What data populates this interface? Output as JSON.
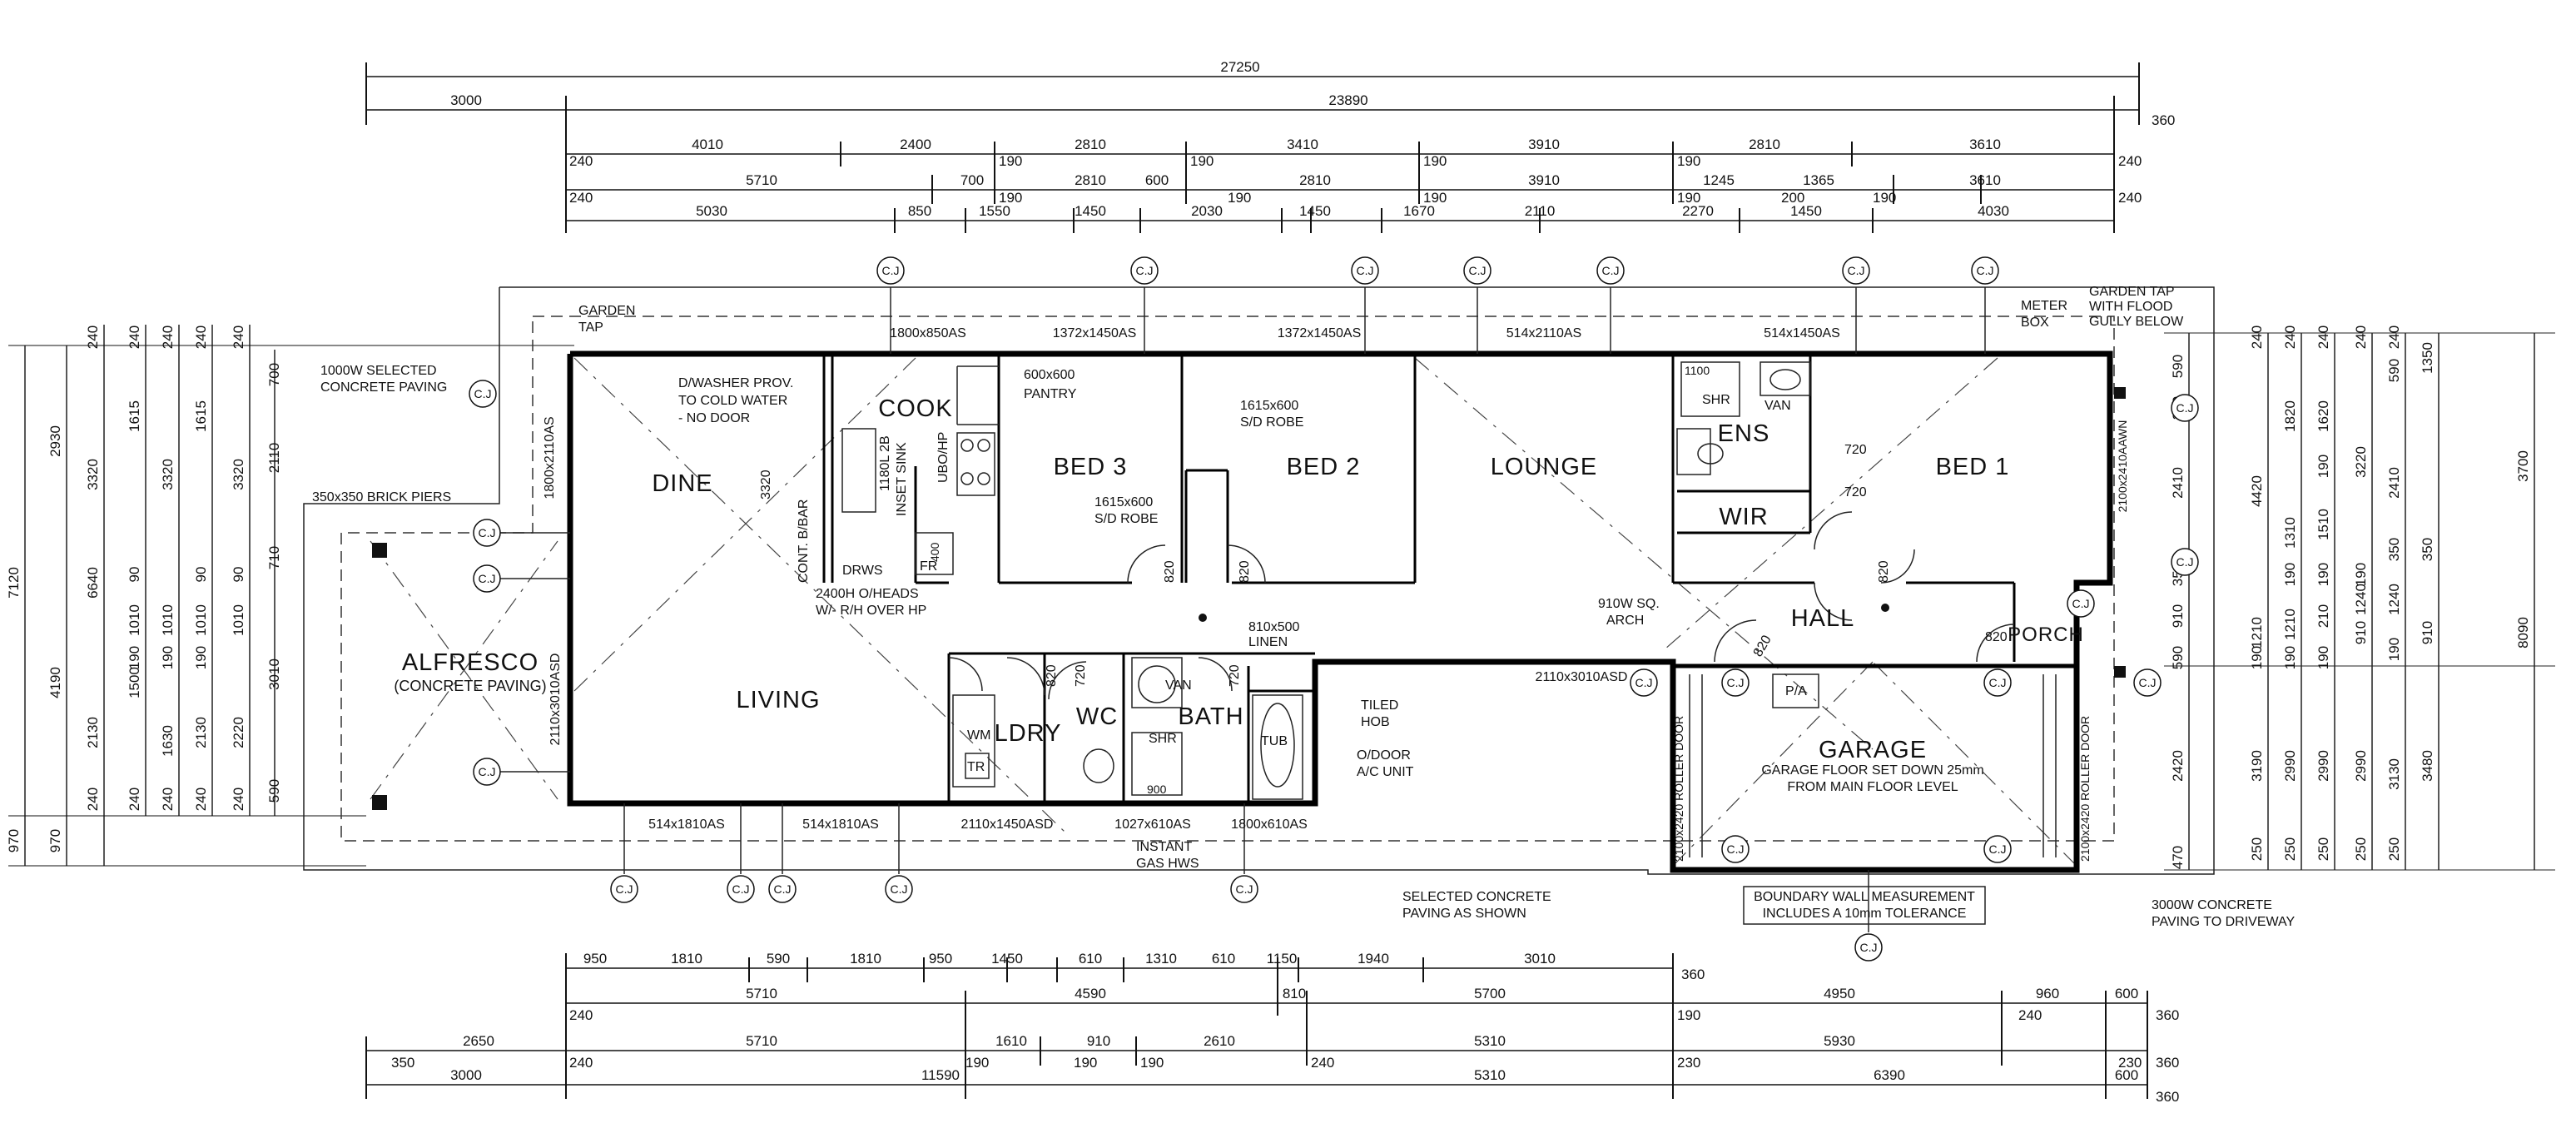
{
  "rooms": {
    "dine": "DINE",
    "cook": "COOK",
    "bed3": "BED 3",
    "bed2": "BED 2",
    "lounge": "LOUNGE",
    "ens": "ENS",
    "bed1": "BED 1",
    "wir": "WIR",
    "hall": "HALL",
    "porch": "PORCH",
    "garage": "GARAGE",
    "living": "LIVING",
    "ldry": "LDRY",
    "wc": "WC",
    "bath": "BATH",
    "alfresco": "ALFRESCO",
    "alfresco_sub": "(CONCRETE PAVING)"
  },
  "labels": {
    "pantry_size": "600x600",
    "pantry": "PANTRY",
    "dwasher1": "D/WASHER PROV.",
    "dwasher2": "TO COLD WATER",
    "dwasher3": "- NO DOOR",
    "sink1": "1180L 2B",
    "sink2": "INSET SINK",
    "ubo": "UBO/HP",
    "drws": "DRWS",
    "fr": "FR",
    "cont_bar": "CONT. B/BAR",
    "oheads1": "2400H O/HEADS",
    "oheads2": "W/- R/H OVER HP",
    "robe3_size": "1615x600",
    "robe3": "S/D ROBE",
    "robe2_size": "1615x600",
    "robe2": "S/D ROBE",
    "linen1": "810x500",
    "linen2": "LINEN",
    "tiled1": "TILED",
    "tiled2": "HOB",
    "ac1": "O/DOOR",
    "ac2": "A/C UNIT",
    "gas1": "INSTANT",
    "gas2": "GAS HWS",
    "arch1": "910W SQ.",
    "arch2": "ARCH",
    "pa": "P/A",
    "garage_note1": "GARAGE FLOOR SET DOWN 25mm",
    "garage_note2": "FROM MAIN FLOOR LEVEL",
    "boundary1": "BOUNDARY WALL MEASUREMENT",
    "boundary2": "INCLUDES A 10mm TOLERANCE",
    "paving_sel1": "SELECTED CONCRETE",
    "paving_sel2": "PAVING AS SHOWN",
    "driveway1": "3000W CONCRETE",
    "driveway2": "PAVING TO DRIVEWAY",
    "paving1000_1": "1000W SELECTED",
    "paving1000_2": "CONCRETE PAVING",
    "piers": "350x350 BRICK PIERS",
    "garden_tap1": "GARDEN",
    "garden_tap2": "TAP",
    "garden_tap_r1": "GARDEN TAP",
    "garden_tap_r2": "WITH FLOOD",
    "garden_tap_r3": "GULLY BELOW",
    "meter1": "METER",
    "meter2": "BOX",
    "shr": "SHR",
    "van": "VAN",
    "tub": "TUB",
    "wm": "WM",
    "tr": "TR",
    "roller": "2100x2420 ROLLER DOOR",
    "cj": "C.J",
    "door720": "720",
    "door820": "820",
    "door1100": "1100",
    "door900": "900",
    "door400": "400",
    "dim3320": "3320"
  },
  "windows": {
    "w_top1": "1800x850AS",
    "w_top2": "1372x1450AS",
    "w_top3": "1372x1450AS",
    "w_top4": "514x2110AS",
    "w_top5": "514x1450AS",
    "w_bot1": "514x1810AS",
    "w_bot2": "514x1810AS",
    "w_bot3": "2110x1450ASD",
    "w_bot4": "1027x610AS",
    "w_bot5": "1800x610AS",
    "w_mid": "2110x3010ASD",
    "w_left1": "1800x2110AS",
    "w_left2": "2110x3010ASD",
    "w_right": "2100x2410AAWN"
  },
  "dims_top": {
    "row1": [
      "27250"
    ],
    "row2": [
      "3000",
      "23890",
      "360"
    ],
    "row3": [
      "240",
      "4010",
      "2400",
      "190",
      "2810",
      "190",
      "3410",
      "190",
      "3910",
      "190",
      "2810",
      "3610",
      "240"
    ],
    "row4": [
      "240",
      "5710",
      "700",
      "190",
      "2810",
      "600",
      "190",
      "2810",
      "190",
      "3910",
      "190",
      "1245",
      "200",
      "1365",
      "190",
      "3610",
      "240"
    ],
    "row5": [
      "5030",
      "850",
      "1550",
      "1450",
      "2030",
      "1450",
      "1670",
      "2110",
      "2270",
      "1450",
      "4030"
    ]
  },
  "dims_bottom": {
    "row1": [
      "950",
      "1810",
      "590",
      "1810",
      "950",
      "1450",
      "610",
      "1310",
      "610",
      "1150",
      "1940",
      "3010",
      "360"
    ],
    "row2": [
      "240",
      "5710",
      "4590",
      "810",
      "5700",
      "190",
      "4950",
      "240",
      "960",
      "600",
      "360"
    ],
    "row3": [
      "350",
      "2650",
      "240",
      "5710",
      "190",
      "1610",
      "190",
      "910",
      "190",
      "2610",
      "240",
      "5310",
      "230",
      "5930",
      "230",
      "360"
    ],
    "row4": [
      "3000",
      "11590",
      "5310",
      "6390",
      "600",
      "360"
    ]
  },
  "dims_left": {
    "c1": [
      "7120",
      "970"
    ],
    "c2": [
      "2930",
      "4190",
      "970"
    ],
    "c3": [
      "240",
      "3320",
      "6640",
      "2130",
      "240"
    ],
    "c4": [
      "240",
      "1615",
      "90",
      "1010",
      "190",
      "1500",
      "240"
    ],
    "c5": [
      "240",
      "3320",
      "1010",
      "190",
      "1630",
      "240"
    ],
    "c6": [
      "240",
      "1615",
      "90",
      "1010",
      "190",
      "2130",
      "240"
    ],
    "c7": [
      "240",
      "3320",
      "90",
      "1010",
      "2220",
      "240"
    ],
    "c8": [
      "700",
      "2110",
      "710",
      "3010",
      "590"
    ]
  },
  "dims_right": {
    "c1": [
      "590",
      "350",
      "2410",
      "350",
      "910",
      "590",
      "2420",
      "470"
    ],
    "c2": [
      "240",
      "4420",
      "1210",
      "190",
      "3190",
      "250"
    ],
    "c3": [
      "240",
      "1820",
      "1310",
      "190",
      "1210",
      "190",
      "2990",
      "250"
    ],
    "c4": [
      "240",
      "1620",
      "190",
      "1510",
      "190",
      "210",
      "190",
      "2990",
      "250"
    ],
    "c5": [
      "240",
      "3220",
      "190",
      "1240",
      "910",
      "2990",
      "250"
    ],
    "c6": [
      "240",
      "590",
      "2410",
      "350",
      "1240",
      "190",
      "3130",
      "250"
    ],
    "c7": [
      "1350",
      "350",
      "910",
      "3480"
    ],
    "c8": [
      "3700",
      "8090"
    ]
  }
}
